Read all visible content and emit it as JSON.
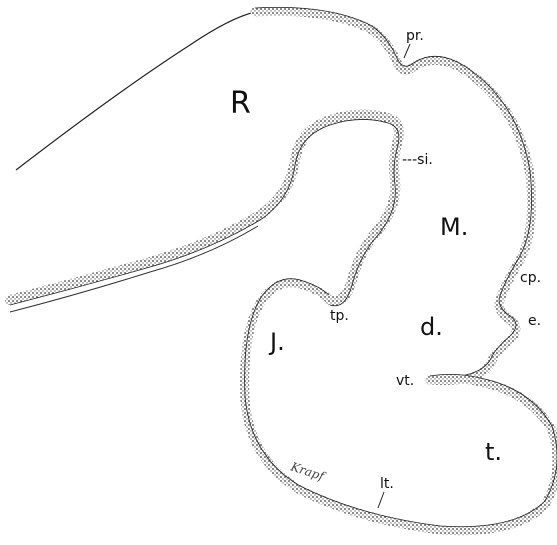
{
  "labels": {
    "R": "R",
    "M": "M.",
    "J": "J.",
    "d": "d.",
    "t": "t.",
    "pr": "pr.",
    "si": "---si.",
    "cp": "cp.",
    "e": "e.",
    "tp": "tp.",
    "vt": "vt.",
    "lt": "lt."
  },
  "signature": "Krapf",
  "colors": {
    "ink": "#111111",
    "stipple": "#555555",
    "paper": "#ffffff"
  }
}
